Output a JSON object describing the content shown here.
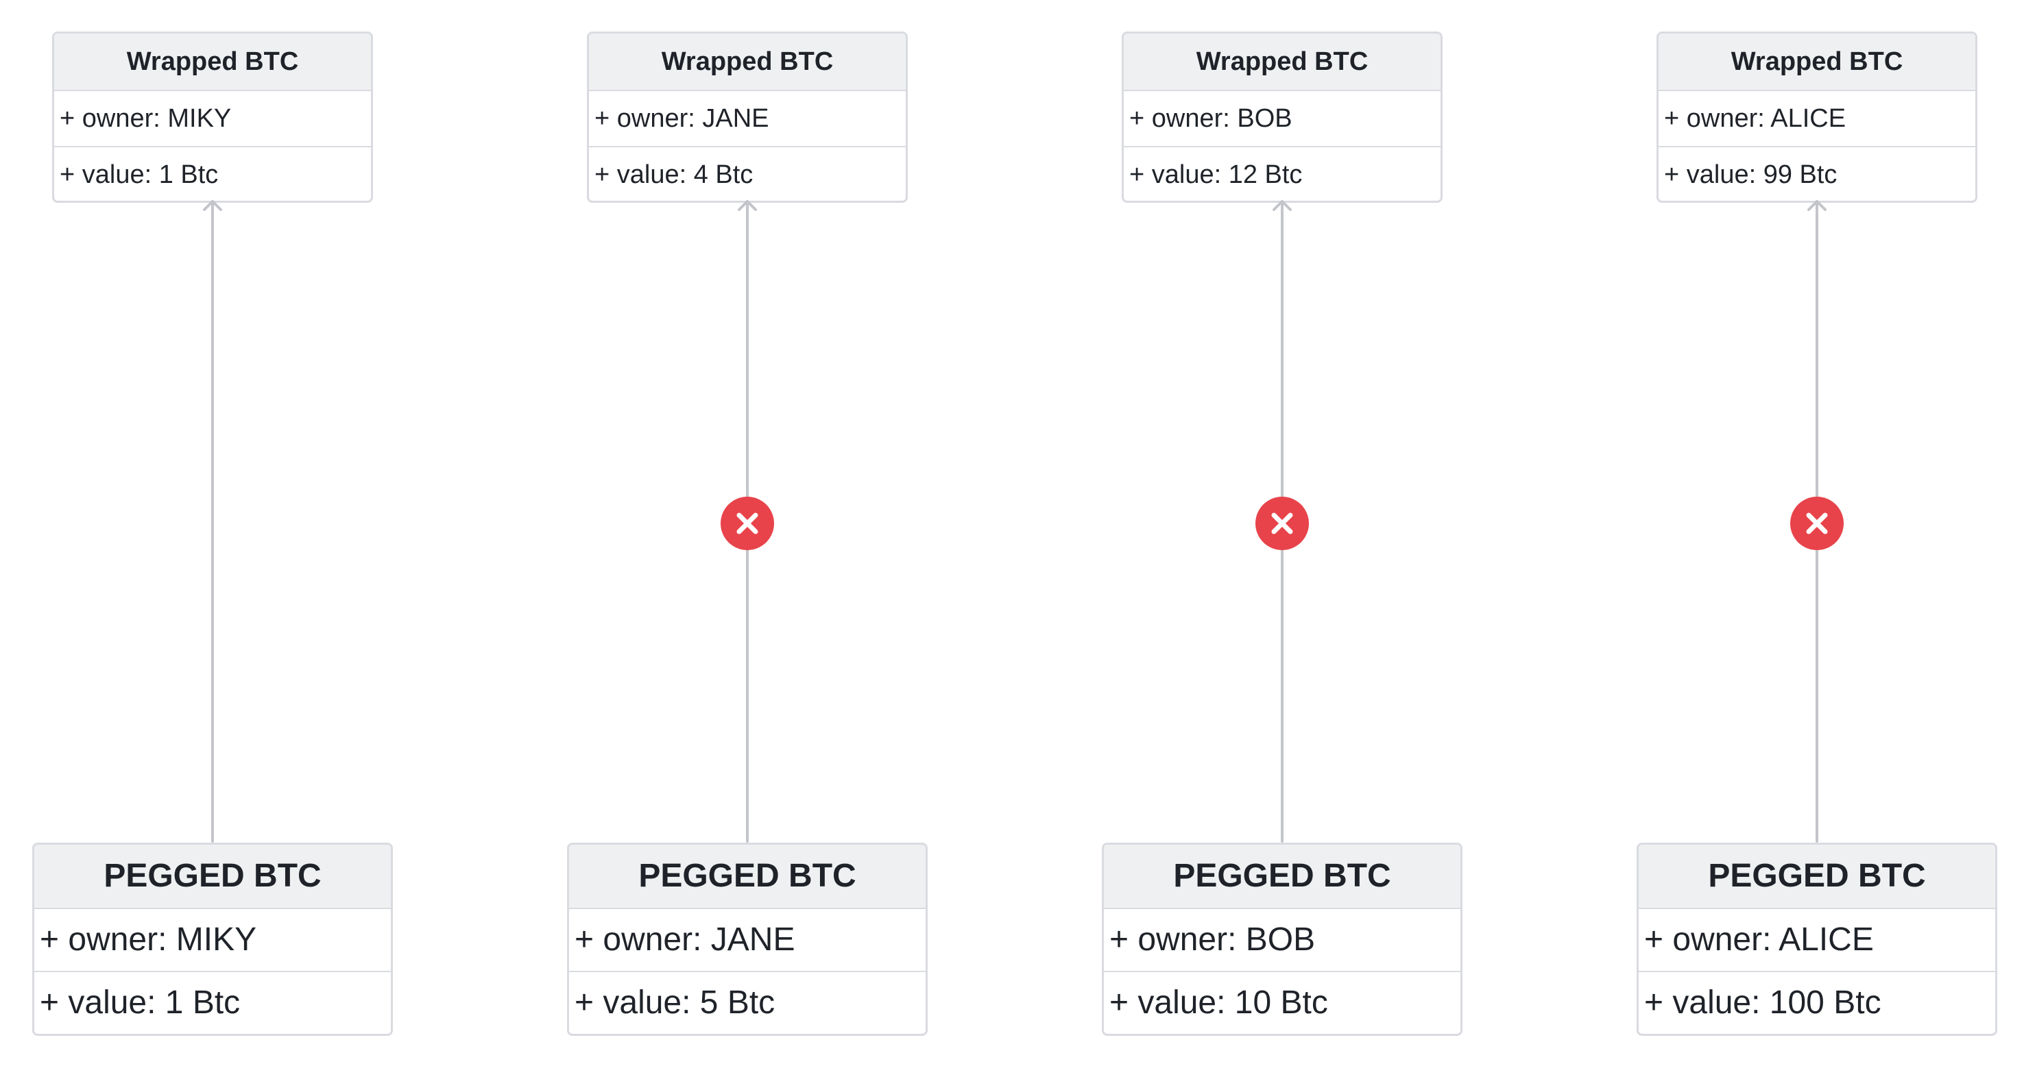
{
  "colors": {
    "box_border": "#d9dbe0",
    "header_fill": "#eff0f2",
    "connector": "#c3c5ca",
    "blocked": "#e8434a",
    "text": "#1f2329"
  },
  "pairs": [
    {
      "wrapped": {
        "title": "Wrapped BTC",
        "owner": "+ owner: MIKY",
        "value": "+ value: 1 Btc"
      },
      "pegged": {
        "title": "PEGGED BTC",
        "owner": "+ owner: MIKY",
        "value": "+ value: 1 Btc"
      },
      "blocked": false,
      "blocked_icon": ""
    },
    {
      "wrapped": {
        "title": "Wrapped BTC",
        "owner": "+ owner: JANE",
        "value": "+ value: 4 Btc"
      },
      "pegged": {
        "title": "PEGGED BTC",
        "owner": "+ owner: JANE",
        "value": "+ value: 5 Btc"
      },
      "blocked": true,
      "blocked_icon": "x-circle-icon"
    },
    {
      "wrapped": {
        "title": "Wrapped BTC",
        "owner": "+ owner: BOB",
        "value": "+ value: 12 Btc"
      },
      "pegged": {
        "title": "PEGGED BTC",
        "owner": "+ owner: BOB",
        "value": "+ value: 10 Btc"
      },
      "blocked": true,
      "blocked_icon": "x-circle-icon"
    },
    {
      "wrapped": {
        "title": "Wrapped BTC",
        "owner": "+ owner: ALICE",
        "value": "+ value: 99 Btc"
      },
      "pegged": {
        "title": "PEGGED BTC",
        "owner": "+ owner: ALICE",
        "value": "+ value: 100 Btc"
      },
      "blocked": true,
      "blocked_icon": "x-circle-icon"
    }
  ]
}
